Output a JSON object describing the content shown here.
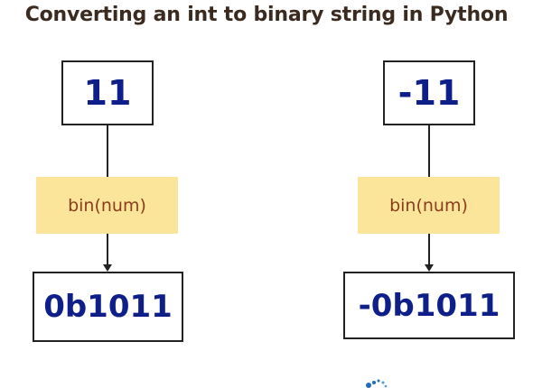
{
  "title": "Converting an int to binary string in Python",
  "left": {
    "input": "11",
    "function": "bin(num)",
    "output": "0b1011"
  },
  "right": {
    "input": "-11",
    "function": "bin(num)",
    "output": "-0b1011"
  },
  "colors": {
    "title": "#3b2a1f",
    "value_text": "#0f1f8a",
    "function_fill": "#fbe59a",
    "function_text": "#8a3d1c",
    "lines": "#222222"
  }
}
